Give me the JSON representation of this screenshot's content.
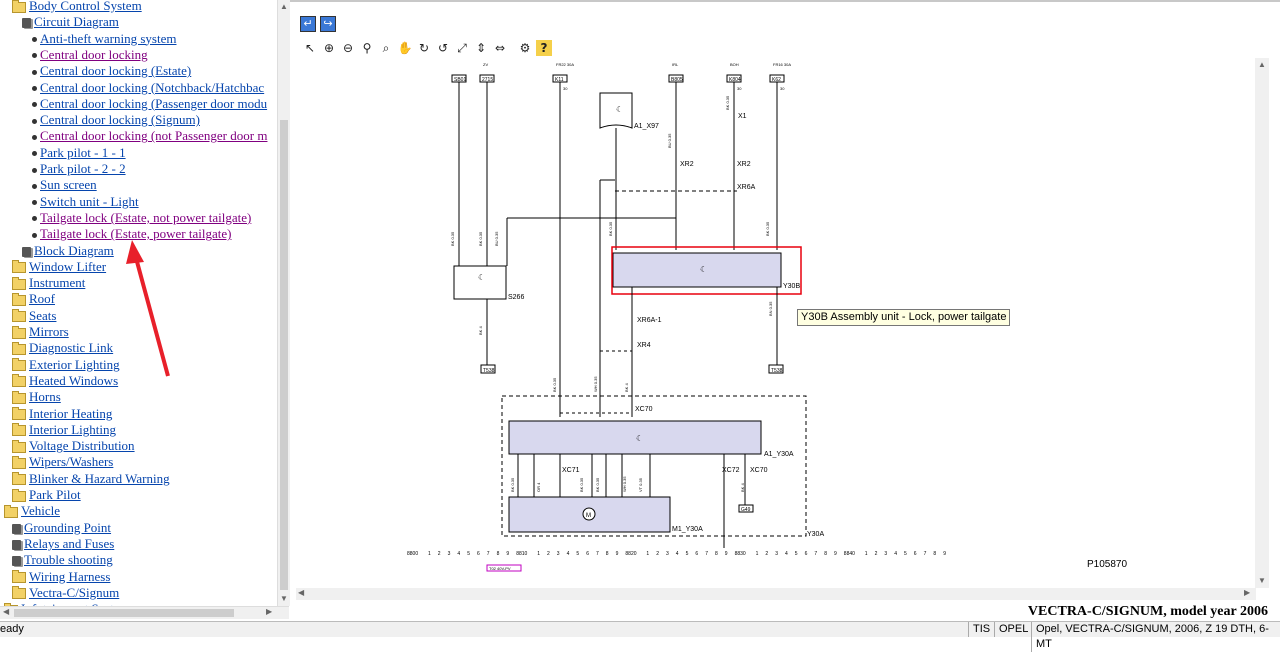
{
  "tree": [
    {
      "label": "Body Control System",
      "icon": "folder",
      "level": 1,
      "visited": false
    },
    {
      "label": "Circuit Diagram",
      "icon": "book",
      "level": 2,
      "visited": false
    },
    {
      "label": "Anti-theft warning system",
      "icon": "bullet",
      "level": 3,
      "visited": false
    },
    {
      "label": "Central door locking",
      "icon": "bullet",
      "level": 3,
      "visited": true
    },
    {
      "label": "Central door locking (Estate)",
      "icon": "bullet",
      "level": 3,
      "visited": false
    },
    {
      "label": "Central door locking (Notchback/Hatchbac",
      "icon": "bullet",
      "level": 3,
      "visited": false
    },
    {
      "label": "Central door locking (Passenger door modu",
      "icon": "bullet",
      "level": 3,
      "visited": false
    },
    {
      "label": "Central door locking (Signum)",
      "icon": "bullet",
      "level": 3,
      "visited": false
    },
    {
      "label": "Central door locking (not Passenger door m",
      "icon": "bullet",
      "level": 3,
      "visited": true
    },
    {
      "label": "Park pilot - 1 - 1",
      "icon": "bullet",
      "level": 3,
      "visited": false
    },
    {
      "label": "Park pilot - 2 - 2",
      "icon": "bullet",
      "level": 3,
      "visited": false
    },
    {
      "label": "Sun screen",
      "icon": "bullet",
      "level": 3,
      "visited": false
    },
    {
      "label": "Switch unit - Light",
      "icon": "bullet",
      "level": 3,
      "visited": false
    },
    {
      "label": "Tailgate lock (Estate, not power tailgate)",
      "icon": "bullet",
      "level": 3,
      "visited": true
    },
    {
      "label": "Tailgate lock (Estate, power tailgate)",
      "icon": "bullet",
      "level": 3,
      "visited": true
    },
    {
      "label": "Block Diagram",
      "icon": "book",
      "level": 2,
      "visited": false
    },
    {
      "label": "Window Lifter",
      "icon": "folder",
      "level": 1,
      "visited": false
    },
    {
      "label": "Instrument",
      "icon": "folder",
      "level": 1,
      "visited": false
    },
    {
      "label": "Roof",
      "icon": "folder",
      "level": 1,
      "visited": false
    },
    {
      "label": "Seats",
      "icon": "folder",
      "level": 1,
      "visited": false
    },
    {
      "label": "Mirrors",
      "icon": "folder",
      "level": 1,
      "visited": false
    },
    {
      "label": "Diagnostic Link",
      "icon": "folder",
      "level": 1,
      "visited": false
    },
    {
      "label": "Exterior Lighting",
      "icon": "folder",
      "level": 1,
      "visited": false
    },
    {
      "label": "Heated Windows",
      "icon": "folder",
      "level": 1,
      "visited": false
    },
    {
      "label": "Horns",
      "icon": "folder",
      "level": 1,
      "visited": false
    },
    {
      "label": "Interior Heating",
      "icon": "folder",
      "level": 1,
      "visited": false
    },
    {
      "label": "Interior Lighting",
      "icon": "folder",
      "level": 1,
      "visited": false
    },
    {
      "label": "Voltage Distribution",
      "icon": "folder",
      "level": 1,
      "visited": false
    },
    {
      "label": "Wipers/Washers",
      "icon": "folder",
      "level": 1,
      "visited": false
    },
    {
      "label": "Blinker & Hazard Warning",
      "icon": "folder",
      "level": 1,
      "visited": false
    },
    {
      "label": "Park Pilot",
      "icon": "folder",
      "level": 1,
      "visited": false
    },
    {
      "label": "Vehicle",
      "icon": "folder",
      "level": 0,
      "visited": false
    },
    {
      "label": "Grounding Point",
      "icon": "book",
      "level": 1,
      "visited": false
    },
    {
      "label": "Relays and Fuses",
      "icon": "book",
      "level": 1,
      "visited": false
    },
    {
      "label": "Trouble shooting",
      "icon": "book",
      "level": 1,
      "visited": false
    },
    {
      "label": "Wiring Harness",
      "icon": "folder",
      "level": 1,
      "visited": false
    },
    {
      "label": "Vectra-C/Signum",
      "icon": "folder",
      "level": 1,
      "visited": false
    },
    {
      "label": "Infotainment System",
      "icon": "folder",
      "level": 0,
      "visited": false
    }
  ],
  "nav": {
    "back": "back-arrow",
    "forward": "forward-arrow"
  },
  "toolbar_icons": [
    "select-arrow-icon",
    "zoom-in-icon",
    "zoom-out-icon",
    "zoom-area-icon",
    "zoom-window-icon",
    "pan-hand-icon",
    "rotate-cw-icon",
    "rotate-ccw-icon",
    "fit-page-icon",
    "fit-height-icon",
    "fit-width-icon",
    "signal-flow-icon",
    "help-icon"
  ],
  "diagram": {
    "top_labels": [
      {
        "id": "SB01",
        "sub": ""
      },
      {
        "id": "2715",
        "sub": "ZV"
      },
      {
        "id": "K11",
        "sub": "FR22 30A"
      },
      {
        "id": "B805",
        "sub": "IRL"
      },
      {
        "id": "K804",
        "sub": "BOH"
      },
      {
        "id": "K62",
        "sub": "FR16 30A"
      }
    ],
    "top_pins": [
      "30",
      "30",
      "30"
    ],
    "components": {
      "a1x97": "A1_X97",
      "x1": "X1",
      "xr2a": "XR2",
      "xr2b": "XR2",
      "xr6a": "XR6A",
      "y30b": "Y30B",
      "s266": "S266",
      "xr6a1": "XR6A-1",
      "xr4": "XR4",
      "xc70a": "XC70",
      "a1y30a": "A1_Y30A",
      "xc71": "XC71",
      "xc72": "XC72",
      "xc70b": "XC70",
      "m1y30a": "M1_Y30A",
      "y30a": "Y30A"
    },
    "ground_labels": [
      "T538",
      "T538",
      "G49"
    ],
    "wire_labels": [
      "BK 0.35",
      "BK 0.35",
      "BU 0.35",
      "BK 0.35",
      "BU 0.35",
      "BK 0.35",
      "BK 0.35",
      "BK 4",
      "BN 0.35",
      "BK 0.35",
      "WH 0.35",
      "BK 4",
      "BK 0.35",
      "OR 4",
      "BK 0.35",
      "BK 0.35",
      "WH 0.35",
      "VT 0.35",
      "BK 4"
    ],
    "scale_groups": [
      {
        "start": "8800",
        "ticks": [
          "1",
          "2",
          "3",
          "4",
          "5",
          "6",
          "7",
          "8",
          "9"
        ]
      },
      {
        "start": "8810",
        "ticks": [
          "1",
          "2",
          "3",
          "4",
          "5",
          "6",
          "7",
          "8",
          "9"
        ]
      },
      {
        "start": "8820",
        "ticks": [
          "1",
          "2",
          "3",
          "4",
          "5",
          "6",
          "7",
          "8",
          "9"
        ]
      },
      {
        "start": "8830",
        "ticks": [
          "1",
          "2",
          "3",
          "4",
          "5",
          "6",
          "7",
          "8",
          "9"
        ]
      },
      {
        "start": "8840",
        "ticks": [
          "1",
          "2",
          "3",
          "4",
          "5",
          "6",
          "7",
          "8",
          "9"
        ]
      }
    ],
    "reference": "P105870",
    "small_ref": "T02 40V-PV",
    "tooltip": "Y30B Assembly unit - Lock, power tailgate"
  },
  "footer_title": "VECTRA-C/SIGNUM, model year 2006",
  "status": {
    "left": "eady",
    "app": "TIS",
    "make": "OPEL",
    "vehicle": "Opel, VECTRA-C/SIGNUM, 2006, Z 19 DTH, 6-MT"
  },
  "colors": {
    "link": "#0645ad",
    "visited": "#800080",
    "highlight": "#e8000e",
    "diagram_lines": "#000000",
    "component_fill": "#d8d8ee",
    "arrow": "#e8202a"
  }
}
